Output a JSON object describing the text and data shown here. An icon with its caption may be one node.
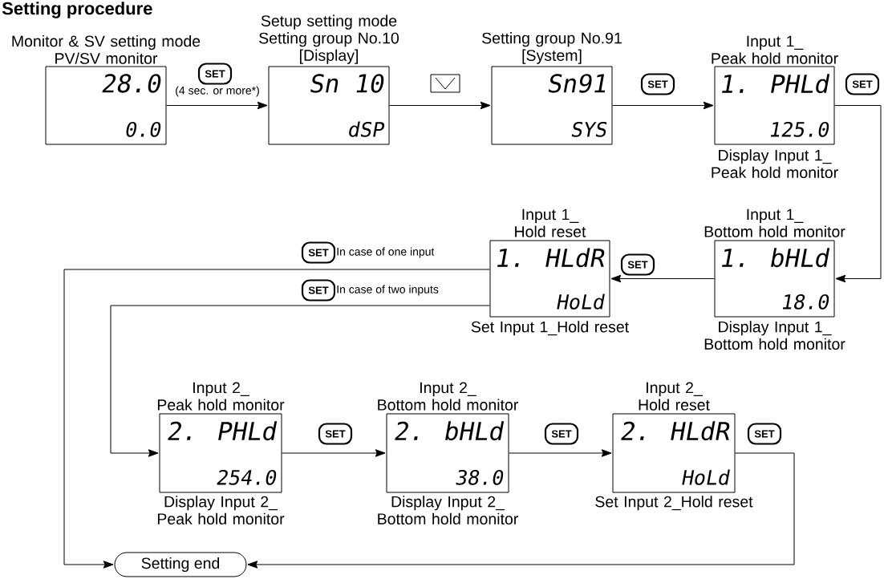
{
  "diagram": {
    "title": "Setting procedure",
    "nodes": [
      {
        "text": [
          "Monitor & SV setting mode PV/SV monitor",
          "28.0",
          "0.0"
        ]
      },
      {
        "text": [
          "Setup setting mode Setting group No.10 [Display]",
          "Sn 10",
          "dSP"
        ]
      },
      {
        "text": [
          "Setting group No.91 [System]",
          "Sn91",
          "SYS"
        ]
      },
      {
        "text": [
          "Input 1_ Peak hold monitor",
          "1. PHLd",
          "125.0"
        ],
        "beside": [
          "Display Input 1_ Peak hold monitor"
        ]
      },
      {
        "text": [
          "Input 1_ Hold reset",
          "1. HLdR",
          "HoLd"
        ],
        "beside": [
          "Set Input 1_Hold reset"
        ]
      },
      {
        "text": [
          "Input 1_ Bottom hold monitor",
          "1. bHLd",
          "18.0"
        ],
        "beside": [
          "Display Input 1_ Bottom hold monitor"
        ]
      },
      {
        "text": [
          "Input 2_ Peak hold monitor",
          "2. PHLd",
          "254.0"
        ],
        "beside": [
          "Display Input 2_ Peak hold monitor"
        ]
      },
      {
        "text": [
          "Input 2_ Bottom hold monitor",
          "2. bHLd",
          "38.0"
        ],
        "beside": [
          "Display Input 2_ Bottom hold monitor"
        ]
      },
      {
        "text": [
          "Input 2_ Hold reset",
          "2. HLdR",
          "HoLd"
        ],
        "beside": [
          "Set Input 2_Hold reset"
        ]
      },
      {
        "text": [
          "Setting end"
        ]
      }
    ],
    "edges": [
      {
        "from": 0,
        "to": 1,
        "arrow": "to",
        "label": "(4 sec. or more*)"
      },
      {
        "from": 1,
        "to": 2,
        "arrow": "to"
      },
      {
        "from": 2,
        "to": 3,
        "arrow": "to"
      },
      {
        "from": 3,
        "to": 5,
        "arrow": "to"
      },
      {
        "from": 5,
        "to": 4,
        "arrow": "to"
      },
      {
        "from": 4,
        "to": 9,
        "arrow": "to",
        "label": "In case of one input"
      },
      {
        "from": 4,
        "to": 6,
        "arrow": "to",
        "label": "In case of two inputs"
      },
      {
        "from": 6,
        "to": 7,
        "arrow": "to"
      },
      {
        "from": 7,
        "to": 8,
        "arrow": "to"
      },
      {
        "from": 8,
        "to": 9,
        "arrow": "to"
      }
    ],
    "labels": [
      "SET",
      "SET",
      "SET",
      "SET",
      "SET",
      "SET",
      "SET",
      "SET",
      "SET"
    ]
  }
}
